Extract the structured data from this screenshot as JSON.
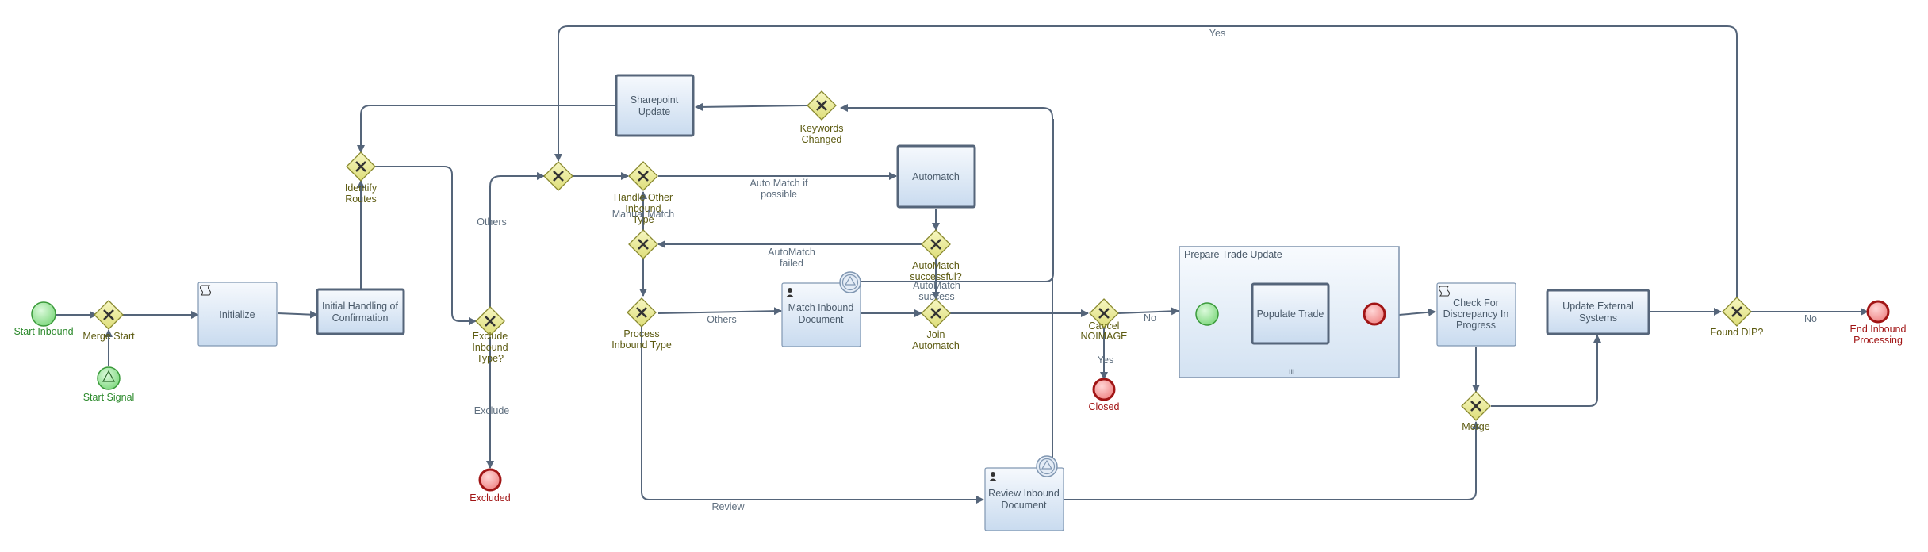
{
  "diagram": {
    "events": {
      "start_inbound": "Start Inbound",
      "start_signal": "Start Signal",
      "excluded": "Excluded",
      "closed": "Closed",
      "end_inbound": [
        "End Inbound",
        "Processing"
      ]
    },
    "tasks": {
      "initialize": [
        "Initialize"
      ],
      "initial_handling": [
        "Initial Handling of",
        "Confirmation"
      ],
      "sharepoint_update": [
        "Sharepoint",
        "Update"
      ],
      "automatch": [
        "Automatch"
      ],
      "match_inbound": [
        "Match Inbound",
        "Document"
      ],
      "review_inbound": [
        "Review Inbound",
        "Document"
      ],
      "populate_trade": [
        "Populate Trade"
      ],
      "check_discrepancy": [
        "Check For",
        "Discrepancy In",
        "Progress"
      ],
      "update_external": [
        "Update External",
        "Systems"
      ]
    },
    "subprocess": {
      "title": "Prepare Trade Update",
      "marker": "III"
    },
    "gateways": {
      "merge_start": [
        "Merge Start"
      ],
      "identify_routes": [
        "Identify",
        "Routes"
      ],
      "exclude_inbound": [
        "Exclude",
        "Inbound",
        "Type?"
      ],
      "keywords_changed": [
        "Keywords",
        "Changed"
      ],
      "handle_other": [
        "Handle Other",
        "Inbound",
        "Type"
      ],
      "manual_match": [
        "Manual Match"
      ],
      "process_inbound": [
        "Process",
        "Inbound Type"
      ],
      "automatch_successful": [
        "AutoMatch",
        "successful?"
      ],
      "join_automatch": [
        "Join",
        "Automatch"
      ],
      "cancel_noimage": [
        "Cancel",
        "NOIMAGE"
      ],
      "merge": [
        "Merge"
      ],
      "found_dip": [
        "Found DIP?"
      ]
    },
    "edges": {
      "yes_top": "Yes",
      "others_left": "Others",
      "exclude": "Exclude",
      "auto_match_if_possible": [
        "Auto Match if",
        "possible"
      ],
      "automatch_failed": [
        "AutoMatch",
        "failed"
      ],
      "automatch_success": [
        "AutoMatch",
        "success"
      ],
      "others_mid": "Others",
      "review": "Review",
      "no_cancel": "No",
      "yes_cancel": "Yes",
      "no_end": "No"
    },
    "colors": {
      "start_fill": "#9be39b",
      "start_stroke": "#3a9a3a",
      "end_fill": "#f29b9b",
      "end_stroke": "#a11515",
      "gateway_fill": "#ecec9a",
      "gateway_stroke": "#8a8a30",
      "task_stroke": "#55657a",
      "flow": "#55657a"
    }
  }
}
